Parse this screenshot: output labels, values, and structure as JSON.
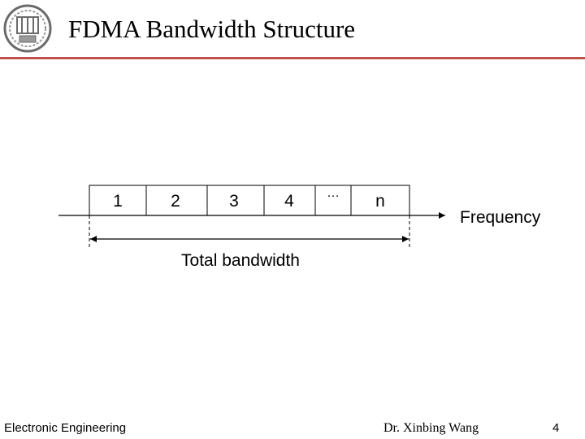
{
  "colors": {
    "accent_rule": "#c0504d",
    "logo_ring": "#6b6b6b",
    "logo_inner": "#9a9a9a",
    "line": "#000000"
  },
  "logo": {
    "icon": "university-seal-icon"
  },
  "title": "FDMA Bandwidth Structure",
  "diagram": {
    "channels": [
      "1",
      "2",
      "3",
      "4",
      "…",
      "n"
    ],
    "axis_label": "Frequency",
    "bandwidth_label": "Total bandwidth"
  },
  "footer": {
    "left": "Electronic Engineering",
    "author": "Dr. Xinbing Wang",
    "page": "4"
  }
}
